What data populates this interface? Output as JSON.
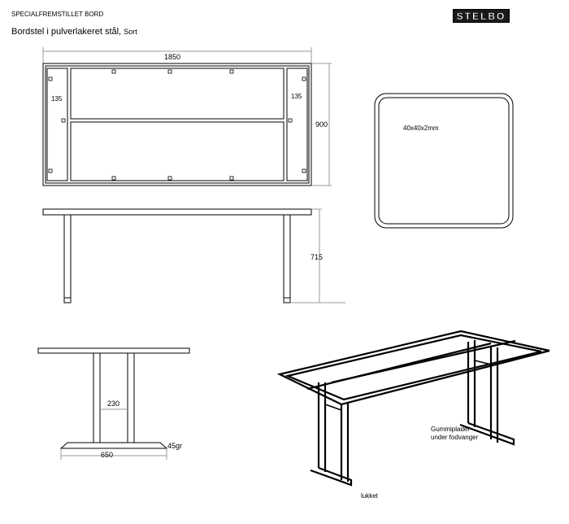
{
  "header": {
    "title": "SPECIALFREMSTILLET BORD",
    "subtitle_main": "Bordstel i pulverlakeret stål,",
    "subtitle_color": "Sort",
    "logo_text": "STELBO"
  },
  "top_view": {
    "length": "1850",
    "width": "900",
    "end_left": "135",
    "end_right": "135"
  },
  "profile": {
    "label": "40x40x2mm"
  },
  "side_view": {
    "height": "715"
  },
  "end_view": {
    "spacing": "230",
    "foot_length": "650",
    "angle": "45gr"
  },
  "perspective": {
    "note_line1": "Gummiplader",
    "note_line2": "under fodvanger",
    "note_closed": "lukket"
  },
  "colors": {
    "line": "#000000",
    "dim_line": "#999999",
    "logo_bg": "#1a1a1a"
  }
}
